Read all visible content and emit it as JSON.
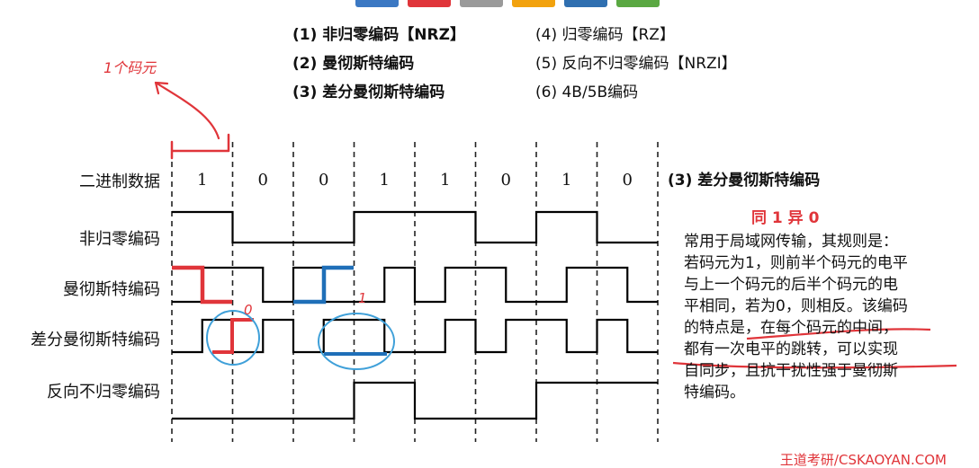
{
  "header": {
    "colors": [
      "#3b78c3",
      "#e0353a",
      "#9a9a9a",
      "#f2a20e",
      "#2f6fb0",
      "#5aa842"
    ]
  },
  "list": [
    {
      "num": "(1)",
      "text": "非归零编码【NRZ】",
      "bold": true
    },
    {
      "num": "(2)",
      "text": "曼彻斯特编码",
      "bold": true
    },
    {
      "num": "(3)",
      "text": "差分曼彻斯特编码",
      "bold": true
    },
    {
      "num": "(4)",
      "text": "归零编码【RZ】",
      "bold": false
    },
    {
      "num": "(5)",
      "text": "反向不归零编码【NRZI】",
      "bold": false
    },
    {
      "num": "(6)",
      "text": "4B/5B编码",
      "bold": false
    }
  ],
  "annotations": {
    "one_symbol": "1个码元",
    "zero_mark": "0",
    "one_mark": "1"
  },
  "diagram": {
    "row_labels": {
      "binary": "二进制数据",
      "nrz": "非归零编码",
      "manchester": "曼彻斯特编码",
      "diff_manchester": "差分曼彻斯特编码",
      "nrzi": "反向不归零编码"
    },
    "bits": [
      "1",
      "0",
      "0",
      "1",
      "1",
      "0",
      "1",
      "0"
    ],
    "colors": {
      "signal": "#000000",
      "red": "#e0353a",
      "blue": "#1f6fb8",
      "circle": "#3fa0d9"
    }
  },
  "panel": {
    "title": "(3) 差分曼彻斯特编码",
    "subtitle": "同 1 异 0",
    "lines": [
      "常用于局域网传输，其规则是：",
      "若码元为1，则前半个码元的电平",
      "与上一个码元的后半个码元的电",
      "平相同，若为0，则相反。该编码",
      "的特点是，在每个码元的中间，",
      "都有一次电平的跳转，可以实现",
      "自同步，且抗干扰性强于曼彻斯",
      "特编码。"
    ]
  },
  "footer": {
    "text": "王道考研/CSKAOYAN.COM"
  }
}
